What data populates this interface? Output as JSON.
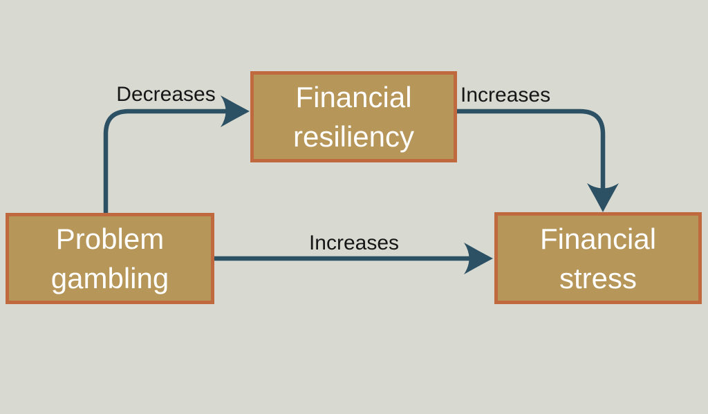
{
  "canvas": {
    "background_color": "#d8d9d1",
    "arrow_color": "#2d5164",
    "node_fill_color": "#b69659",
    "node_border_color": "#c1693e",
    "node_text_color": "#ffffff",
    "edge_label_color": "#161616"
  },
  "diagram": {
    "nodes": [
      {
        "id": "financial-resiliency",
        "label": "Financial resiliency"
      },
      {
        "id": "problem-gambling",
        "label": "Problem gambling"
      },
      {
        "id": "financial-stress",
        "label": "Financial stress"
      }
    ],
    "edges": [
      {
        "from": "problem-gambling",
        "to": "financial-resiliency",
        "label": "Decreases"
      },
      {
        "from": "financial-resiliency",
        "to": "financial-stress",
        "label": "Increases"
      },
      {
        "from": "problem-gambling",
        "to": "financial-stress",
        "label": "Increases"
      }
    ]
  }
}
